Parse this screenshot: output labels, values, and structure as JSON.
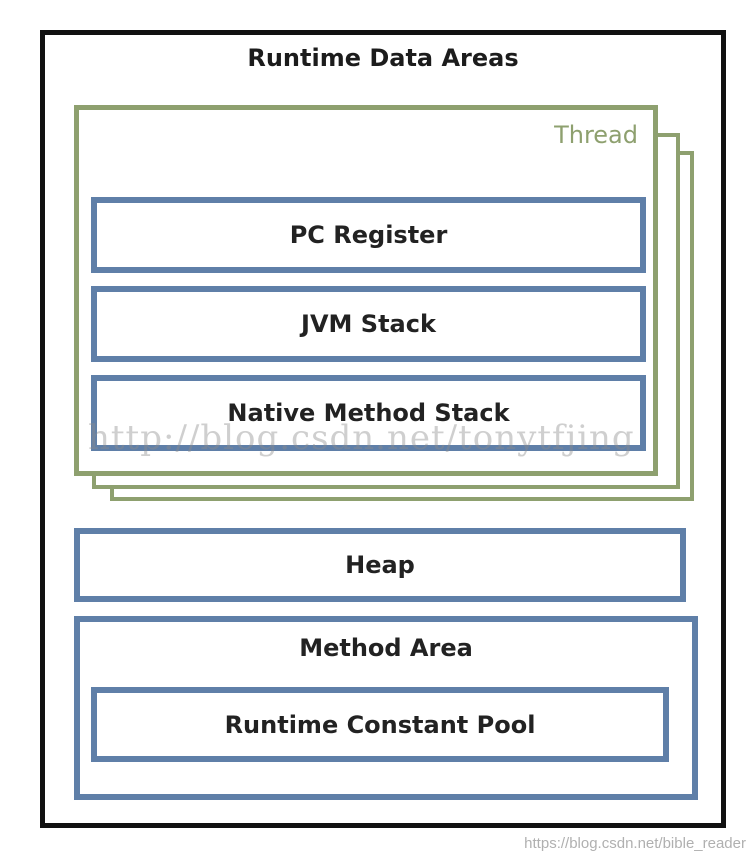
{
  "diagram": {
    "title": "Runtime Data Areas",
    "thread_label": "Thread",
    "thread_boxes": [
      "PC Register",
      "JVM Stack",
      "Native Method Stack"
    ],
    "heap_label": "Heap",
    "method_area_label": "Method Area",
    "runtime_constant_pool_label": "Runtime Constant Pool"
  },
  "watermarks": {
    "center_text": "http://blog.csdn.net/tonytfjing",
    "corner_text": "https://blog.csdn.net/bible_reader"
  },
  "colors": {
    "outer_border": "#111111",
    "thread_green": "#8ea06f",
    "box_blue": "#5f7fa8",
    "text_dark": "#222222"
  }
}
